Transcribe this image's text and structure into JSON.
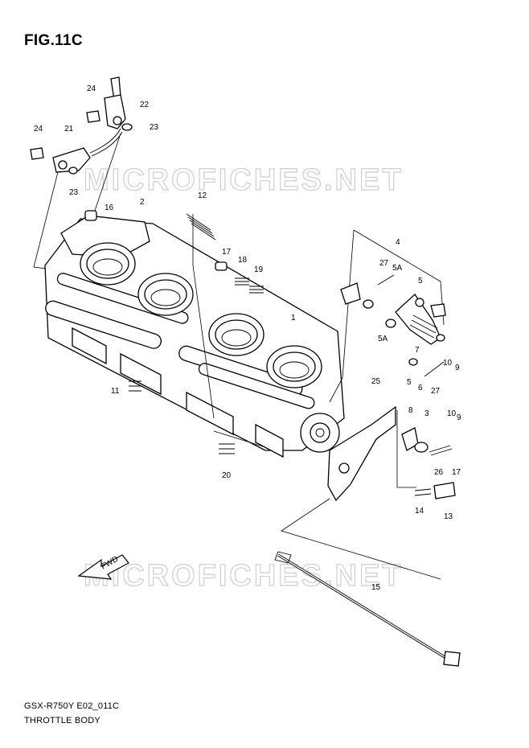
{
  "figure": {
    "title": "FIG.11C"
  },
  "watermark": {
    "text": "MICROFICHES.NET"
  },
  "direction": {
    "label": "FWD"
  },
  "footer": {
    "model_code": "GSX-R750Y E02_011C",
    "section_name": "THROTTLE BODY"
  },
  "callouts": [
    {
      "ref": "24"
    },
    {
      "ref": "22"
    },
    {
      "ref": "24"
    },
    {
      "ref": "21"
    },
    {
      "ref": "23"
    },
    {
      "ref": "23"
    },
    {
      "ref": "16"
    },
    {
      "ref": "2"
    },
    {
      "ref": "12"
    },
    {
      "ref": "17"
    },
    {
      "ref": "18"
    },
    {
      "ref": "19"
    },
    {
      "ref": "1"
    },
    {
      "ref": "4"
    },
    {
      "ref": "27"
    },
    {
      "ref": "5A"
    },
    {
      "ref": "5"
    },
    {
      "ref": "7"
    },
    {
      "ref": "5A"
    },
    {
      "ref": "10"
    },
    {
      "ref": "9"
    },
    {
      "ref": "5"
    },
    {
      "ref": "6"
    },
    {
      "ref": "27"
    },
    {
      "ref": "11"
    },
    {
      "ref": "25"
    },
    {
      "ref": "8"
    },
    {
      "ref": "3"
    },
    {
      "ref": "10"
    },
    {
      "ref": "9"
    },
    {
      "ref": "26"
    },
    {
      "ref": "17"
    },
    {
      "ref": "20"
    },
    {
      "ref": "14"
    },
    {
      "ref": "13"
    },
    {
      "ref": "15"
    }
  ]
}
